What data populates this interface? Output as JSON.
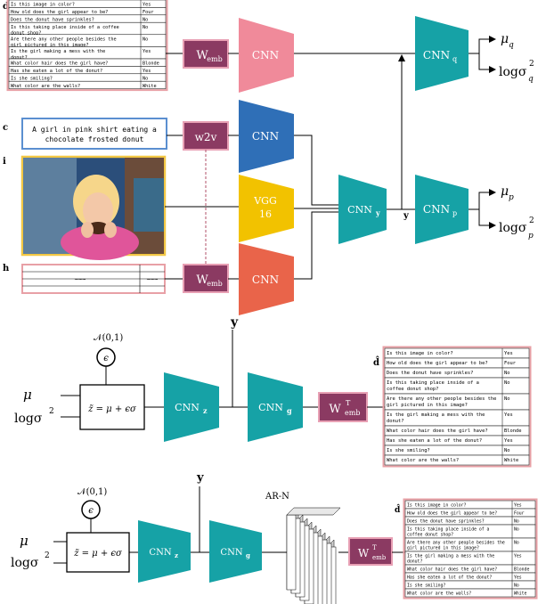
{
  "labels": {
    "d": "d",
    "c": "c",
    "i": "i",
    "h": "h",
    "d_hat": "d̂",
    "caption": "A girl in pink shirt eating a chocolate frosted donut",
    "caption_line1": "A girl in pink shirt eating a",
    "caption_line2": "chocolate frosted donut",
    "history_placeholder": "~~~",
    "y": "y",
    "ar_n": "AR-N",
    "normal": "𝒩(0,1)",
    "epsilon": "ϵ",
    "mu": "μ",
    "log_sigma": "logσ",
    "sq": "2",
    "reparam": "z̃ = μ + ϵσ"
  },
  "blocks": {
    "w_emb": "W",
    "w_emb_sub": "emb",
    "w2v": "w2v",
    "w_emb_t": "W",
    "w_emb_t_sup": "T",
    "w_emb_t_sub": "emb",
    "cnn": "CNN",
    "cnn_q_sub": "q",
    "cnn_p_sub": "p",
    "cnn_y_sub": "y",
    "cnn_z_sub": "z",
    "cnn_g_sub": "g",
    "vgg_line1": "VGG",
    "vgg_line2": "16",
    "mu_q_sub": "q",
    "mu_p_sub": "p"
  },
  "dialog": [
    {
      "q": "Is this image in color?",
      "a": "Yes"
    },
    {
      "q": "How old does the girl appear to be?",
      "a": "Four"
    },
    {
      "q": "Does the donut have sprinkles?",
      "a": "No"
    },
    {
      "q": "Is this taking place inside of a coffee donut shop?",
      "a": "No"
    },
    {
      "q": "Are there any other people besides the girl pictured in this image?",
      "a": "No"
    },
    {
      "q": "Is the girl making a mess with the donut?",
      "a": "Yes"
    },
    {
      "q": "What color hair does the girl have?",
      "a": "Blonde"
    },
    {
      "q": "Has she eaten a lot of the donut?",
      "a": "Yes"
    },
    {
      "q": "Is she smiling?",
      "a": "No"
    },
    {
      "q": "What color are the walls?",
      "a": "White"
    }
  ],
  "colors": {
    "dialog_border": "#e8a0a6",
    "caption_border": "#5b8fd0",
    "image_border": "#f2c744",
    "history_border": "#e8a0a6",
    "emb_block": "#8b3a62",
    "emb_border": "#e8a0b4",
    "cnn_pink": "#f08a9a",
    "cnn_blue": "#2f6fb7",
    "vgg_yellow": "#f2c200",
    "cnn_orange": "#e9644a",
    "cnn_teal": "#16a2a6"
  }
}
